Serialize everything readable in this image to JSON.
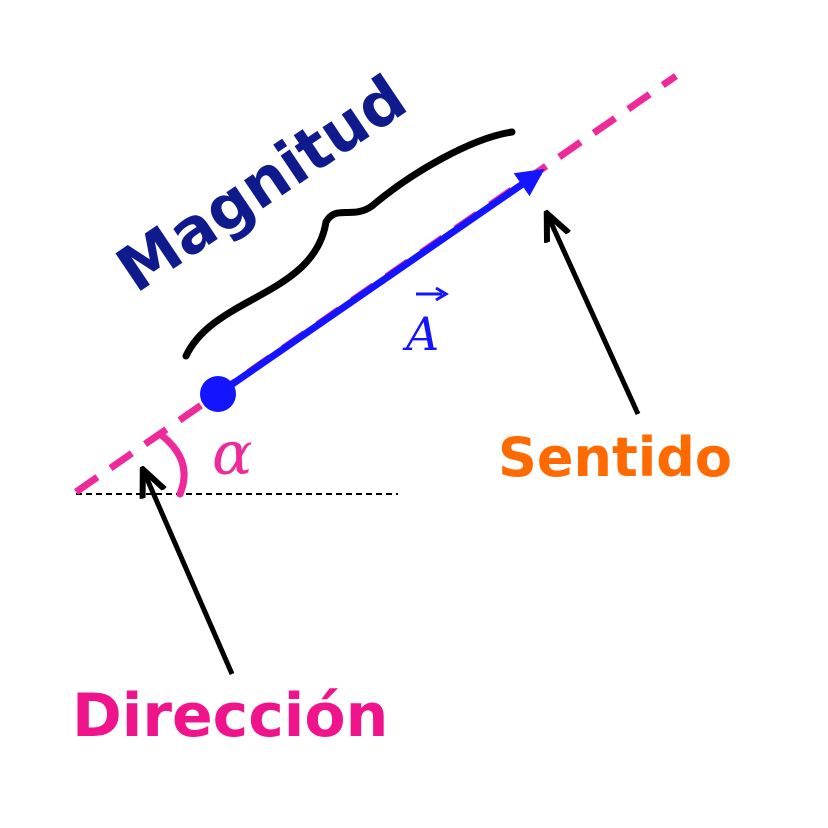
{
  "labels": {
    "magnitude": "Magnitud",
    "sense": "Sentido",
    "direction": "Dirección",
    "angle": "α",
    "vector": "A"
  },
  "colors": {
    "magnitude": "#0f1a8c",
    "sense": "#ff6a00",
    "direction": "#f0148c",
    "vector": "#1414ff",
    "line": "#ee2a9a",
    "brace": "#000000",
    "pointer": "#000000"
  }
}
